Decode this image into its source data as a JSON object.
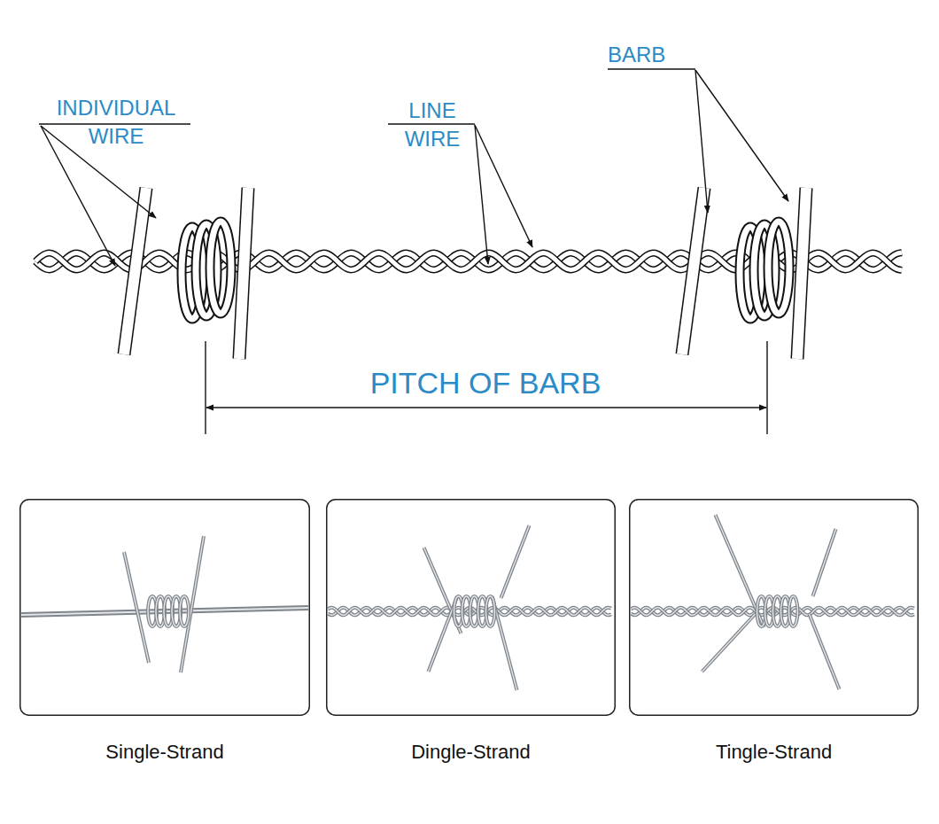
{
  "diagram": {
    "nodes": [
      {
        "text": [
          "Single-Strand"
        ]
      },
      {
        "text": [
          "Dingle-Strand"
        ]
      },
      {
        "text": [
          "Tingle-Strand"
        ]
      }
    ],
    "labels": [
      "INDIVIDUAL WIRE",
      "LINE WIRE",
      "BARB",
      "PITCH OF BARB"
    ]
  }
}
